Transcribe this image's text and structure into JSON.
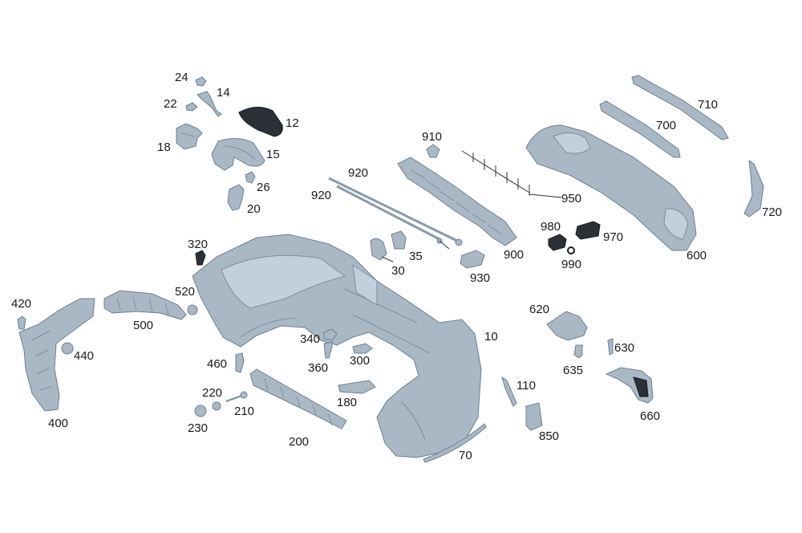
{
  "callouts": [
    {
      "id": "p24",
      "text": "24"
    },
    {
      "id": "p14",
      "text": "14"
    },
    {
      "id": "p22",
      "text": "22"
    },
    {
      "id": "p12",
      "text": "12"
    },
    {
      "id": "p18",
      "text": "18"
    },
    {
      "id": "p15",
      "text": "15"
    },
    {
      "id": "p26",
      "text": "26"
    },
    {
      "id": "p20",
      "text": "20"
    },
    {
      "id": "p910",
      "text": "910"
    },
    {
      "id": "p920a",
      "text": "920"
    },
    {
      "id": "p920b",
      "text": "920"
    },
    {
      "id": "p950",
      "text": "950"
    },
    {
      "id": "p710",
      "text": "710"
    },
    {
      "id": "p700",
      "text": "700"
    },
    {
      "id": "p720",
      "text": "720"
    },
    {
      "id": "p600",
      "text": "600"
    },
    {
      "id": "p980",
      "text": "980"
    },
    {
      "id": "p970",
      "text": "970"
    },
    {
      "id": "p990",
      "text": "990"
    },
    {
      "id": "p900",
      "text": "900"
    },
    {
      "id": "p930",
      "text": "930"
    },
    {
      "id": "p35",
      "text": "35"
    },
    {
      "id": "p30",
      "text": "30"
    },
    {
      "id": "p320",
      "text": "320"
    },
    {
      "id": "p520",
      "text": "520"
    },
    {
      "id": "p420",
      "text": "420"
    },
    {
      "id": "p500",
      "text": "500"
    },
    {
      "id": "p440",
      "text": "440"
    },
    {
      "id": "p400",
      "text": "400"
    },
    {
      "id": "p10",
      "text": "10"
    },
    {
      "id": "p340",
      "text": "340"
    },
    {
      "id": "p360",
      "text": "360"
    },
    {
      "id": "p300",
      "text": "300"
    },
    {
      "id": "p460",
      "text": "460"
    },
    {
      "id": "p220",
      "text": "220"
    },
    {
      "id": "p210",
      "text": "210"
    },
    {
      "id": "p230",
      "text": "230"
    },
    {
      "id": "p180",
      "text": "180"
    },
    {
      "id": "p200",
      "text": "200"
    },
    {
      "id": "p110",
      "text": "110"
    },
    {
      "id": "p70",
      "text": "70"
    },
    {
      "id": "p850",
      "text": "850"
    },
    {
      "id": "p620",
      "text": "620"
    },
    {
      "id": "p630",
      "text": "630"
    },
    {
      "id": "p635",
      "text": "635"
    },
    {
      "id": "p660",
      "text": "660"
    }
  ]
}
